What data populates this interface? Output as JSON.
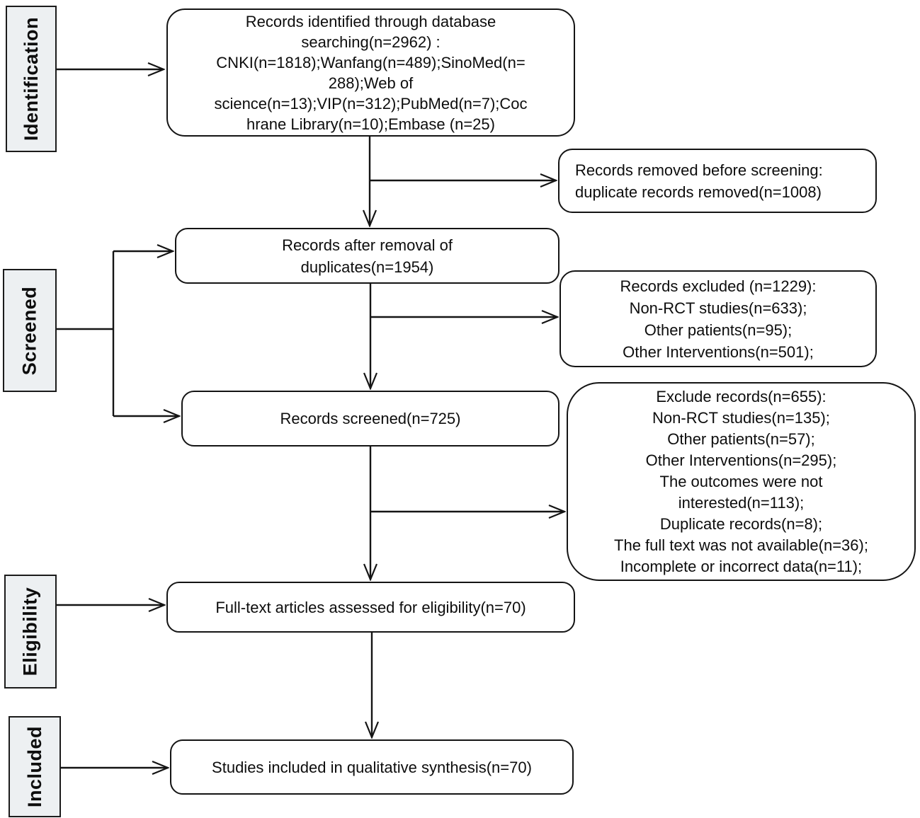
{
  "stages": [
    {
      "label": "Identification"
    },
    {
      "label": "Screened"
    },
    {
      "label": "Eligibility"
    },
    {
      "label": "Included"
    }
  ],
  "boxes": {
    "identified": {
      "lines": [
        "Records identified through database",
        "searching(n=2962) :",
        "CNKI(n=1818);Wanfang(n=489);SinoMed(n=",
        "288);Web of",
        "science(n=13);VIP(n=312);PubMed(n=7);Coc",
        "hrane Library(n=10);Embase (n=25)"
      ]
    },
    "removed_before_screening": {
      "lines": [
        "Records removed before screening:",
        "duplicate records removed(n=1008)"
      ]
    },
    "after_duplicates": {
      "lines": [
        "Records after removal of",
        "duplicates(n=1954)"
      ]
    },
    "records_excluded": {
      "lines": [
        "Records excluded (n=1229):",
        "Non-RCT studies(n=633);",
        "Other patients(n=95);",
        "Other Interventions(n=501);"
      ]
    },
    "records_screened": {
      "lines": [
        "Records screened(n=725)"
      ]
    },
    "exclude_records": {
      "lines": [
        "Exclude records(n=655):",
        "Non-RCT studies(n=135);",
        "Other patients(n=57);",
        "Other Interventions(n=295);",
        "The outcomes were not",
        "interested(n=113);",
        "Duplicate records(n=8);",
        "The full text was not available(n=36);",
        "Incomplete or incorrect data(n=11);"
      ]
    },
    "fulltext_assessed": {
      "lines": [
        "Full-text articles assessed for eligibility(n=70)"
      ]
    },
    "studies_included": {
      "lines": [
        "Studies included in qualitative synthesis(n=70)"
      ]
    }
  },
  "colors": {
    "line": "#141414",
    "stage_fill": "#edf0f2",
    "box_fill": "#ffffff",
    "text": "#0d0d0d"
  }
}
